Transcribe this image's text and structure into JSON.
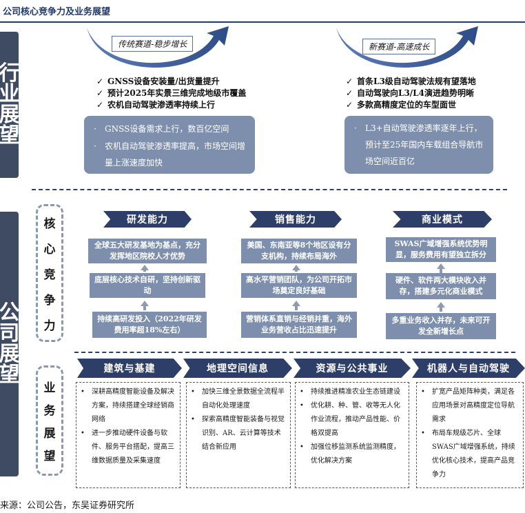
{
  "page": {
    "title": "公司核心竞争力及业务展望",
    "source": "来源：公司公告，东吴证券研究所"
  },
  "side_labels": {
    "industry": "行业展望",
    "company": "公司展望"
  },
  "industry": {
    "traditional": {
      "label": "传统赛道-稳步增长",
      "checks": [
        "GNSS设备安装量/出货量提升",
        "预计2025年实景三维完成地级市覆盖",
        "农机自动驾驶渗透率持续上行"
      ],
      "bullets": [
        "GNSS设备需求上行，数百亿空间",
        "农机自动驾驶渗透率提高，市场空间增量上涨速度加快"
      ]
    },
    "new": {
      "label": "新赛道-高速成长",
      "checks": [
        "首条L3级自动驾驶法规有望落地",
        "自动驾驶向L3/L4演进趋势明晰",
        "多款高精度定位的车型面世"
      ],
      "bullets": [
        "L3+自动驾驶渗透率逐年上行，预计至25年国内车载组合导航市场空间近百亿"
      ]
    }
  },
  "core": {
    "title": "核心竞争力",
    "columns": [
      {
        "header": "研发能力",
        "boxes": [
          "全球五大研发基地为基点，充分发挥地区院校人才优势",
          "底层核心技术自研，坚持创新驱动",
          "持续高研发投入（2022年研发费用率超18%左右）"
        ]
      },
      {
        "header": "销售能力",
        "boxes": [
          "美国、东南亚等8个地区设有分支机构，持续布局海外",
          "高水平营销团队，为公司开拓市场奠定良好基础",
          "营销体系直销与经销并重，海外业务营收占比迅速提升"
        ]
      },
      {
        "header": "商业模式",
        "boxes": [
          "SWAS广域增强系统优势明显，服务费用有望独立拆分",
          "硬件、软件两大模块收入并存，搭建多元化商业模式",
          "多重业务收入并存，未来可开发全新增长点"
        ]
      }
    ]
  },
  "business": {
    "title": "业务展望",
    "columns": [
      {
        "header": "建筑与基建",
        "items": [
          "深耕高精度智能设备及解决方案，持续搭建全球经销商网络",
          "进一步推动硬件设备与软件、服务平台搭配，提高三维数据质量及采集速度"
        ]
      },
      {
        "header": "地理空间信息",
        "items": [
          "加快三维全景数据全流程半自动化处理速度",
          "探索高精度智能装备与视觉识别、AR、云计算等技术结合新应用"
        ]
      },
      {
        "header": "资源与公共事业",
        "items": [
          "持续推进精准农业生态链建设",
          "优化耕、种、管、收等无人化作业流程，推动产品性能、价格双提高",
          "加强位移监测系统监测精度，优化解决方案"
        ]
      },
      {
        "header": "机器人与自动驾驶",
        "items": [
          "扩宽产品矩阵种类，满足各应用场景对高精度定位导航需求",
          "布局车规级芯片、全球SWAS广域增强系统，持续优化核心技术，提高产品竞争力"
        ]
      }
    ]
  },
  "icons": {
    "check": "check-icon",
    "bullet": "bullet-dot-icon",
    "arrow": "curved-arrow-icon",
    "up": "up-arrow-icon"
  },
  "colors": {
    "navy": "#2d3f68",
    "slate": "#3f4a63",
    "box": "#7d8fad",
    "dash": "#8b97ad"
  }
}
